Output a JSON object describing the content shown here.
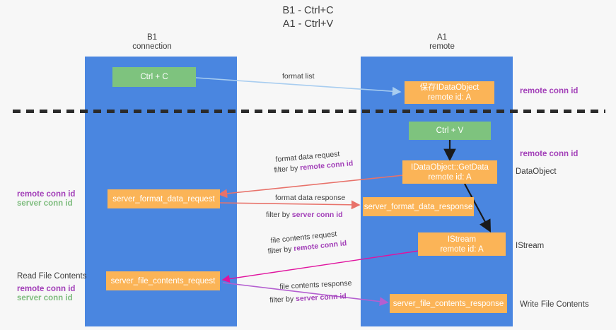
{
  "title": {
    "line1": "B1 - Ctrl+C",
    "line2": "A1 - Ctrl+V"
  },
  "columns": [
    {
      "id": "b1",
      "name": "B1",
      "role": "connection"
    },
    {
      "id": "a1",
      "name": "A1",
      "role": "remote"
    }
  ],
  "boxes": {
    "ctrl_c": {
      "line1": "Ctrl + C"
    },
    "save_idataobject": {
      "line1": "保存IDataObject",
      "line2": "remote id: A"
    },
    "ctrl_v": {
      "line1": "Ctrl + V"
    },
    "getdata": {
      "line1": "IDataObject::GetData",
      "line2": "remote id: A"
    },
    "server_format_data_request": {
      "line1": "server_format_data_request"
    },
    "server_format_data_response": {
      "line1": "server_format_data_response"
    },
    "istream": {
      "line1": "IStream",
      "line2": "remote id: A"
    },
    "server_file_contents_request": {
      "line1": "server_file_contents_request"
    },
    "server_file_contents_response": {
      "line1": "server_file_contents_response"
    }
  },
  "edge_labels": {
    "format_list": "format list",
    "format_data_request": "format data request",
    "format_data_request_filter_prefix": "filter by ",
    "format_data_request_filter_key": "remote conn id",
    "format_data_response": "format data response",
    "format_data_response_filter_prefix": "filter by ",
    "format_data_response_filter_key": "server conn id",
    "file_contents_request": "file contents request",
    "file_contents_request_filter_prefix": "filter by ",
    "file_contents_request_filter_key": "remote conn id",
    "file_contents_response": "file contents response",
    "file_contents_response_filter_prefix": "filter by ",
    "file_contents_response_filter_key": "server conn id"
  },
  "annotations": {
    "right_remote_conn_id_top": "remote conn id",
    "right_remote_conn_id_mid": "remote conn id",
    "right_dataobject": "DataObject",
    "right_istream": "IStream",
    "right_write_file_contents": "Write File Contents",
    "left_remote_conn_id": "remote conn id",
    "left_server_conn_id": "server conn id",
    "left_read_file_contents": "Read File Contents",
    "left_remote_conn_id_2": "remote conn id",
    "left_server_conn_id_2": "server conn id"
  },
  "colors": {
    "lane": "#4a86e0",
    "green_box": "#7ec37e",
    "orange_box": "#fbb457",
    "purple_text": "#a23fb8",
    "green_text": "#7ebc7e",
    "arrow_blue": "#a8cdf0",
    "arrow_red": "#e8726a",
    "arrow_magenta": "#e0139e",
    "arrow_purple": "#b45fd0",
    "arrow_black": "#1a1a1a",
    "background": "#f7f7f7"
  }
}
